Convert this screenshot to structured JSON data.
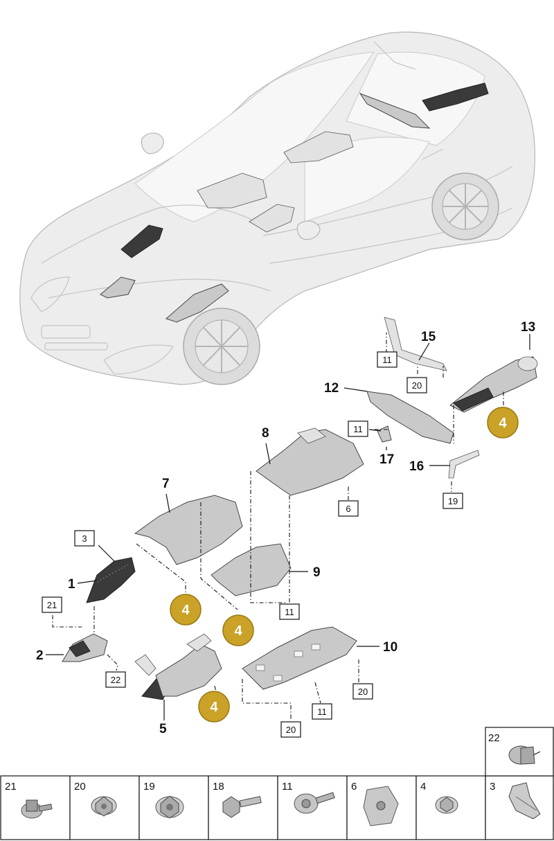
{
  "callouts": {
    "c1": "1",
    "c2": "2",
    "c5": "5",
    "c7": "7",
    "c8": "8",
    "c9": "9",
    "c10": "10",
    "c12": "12",
    "c13": "13",
    "c15": "15",
    "c16": "16",
    "c17": "17"
  },
  "boxes": {
    "b3": "3",
    "b6": "6",
    "b11a": "11",
    "b11b": "11",
    "b11c": "11",
    "b11d": "11",
    "b19": "19",
    "b20a": "20",
    "b20b": "20",
    "b20c": "20",
    "b21": "21",
    "b22": "22"
  },
  "badges": {
    "badge_a": "4",
    "badge_b": "4",
    "badge_c": "4",
    "badge_d": "4"
  },
  "legend": [
    "21",
    "20",
    "19",
    "18",
    "11",
    "6",
    "4",
    "3",
    "22"
  ],
  "colors": {
    "badge_fill": "#c9a227",
    "badge_stroke": "#9a7a12"
  }
}
